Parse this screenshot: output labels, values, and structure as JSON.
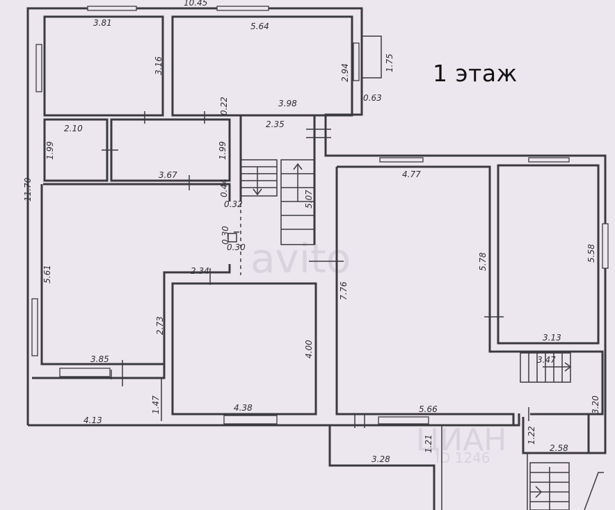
{
  "plan": {
    "title": "1 этаж",
    "dimensions": [
      "10.45",
      "3.81",
      "5.64",
      "3.16",
      "2.94",
      "1.75",
      "0.63",
      "3.98",
      "0.22",
      "2.10",
      "1.99",
      "1.99",
      "2.35",
      "3.67",
      "11.70",
      "0.44",
      "0.32",
      "5.07",
      "4.77",
      "0.30",
      "0.30",
      "5.78",
      "5.58",
      "5.61",
      "2.34",
      "7.76",
      "2.73",
      "4.00",
      "3.13",
      "3.85",
      "3.47",
      "1.47",
      "3.20",
      "4.38",
      "5.66",
      "4.13",
      "1.22",
      "1.21",
      "2.58",
      "3.28"
    ],
    "watermark": {
      "line1": "ЦИАН",
      "line2": "ID 1246"
    }
  }
}
